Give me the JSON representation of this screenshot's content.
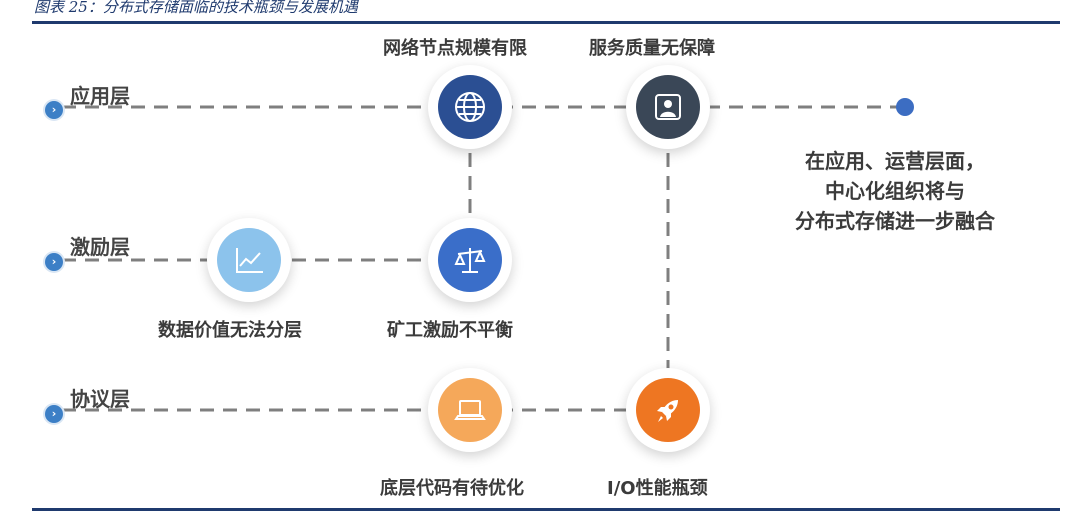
{
  "caption": "图表 25：分布式存储面临的技术瓶颈与发展机遇",
  "layers": [
    {
      "label": "应用层"
    },
    {
      "label": "激励层"
    },
    {
      "label": "协议层"
    }
  ],
  "nodes": [
    {
      "label": "网络节点规模有限",
      "icon": "globe-icon",
      "color": "#2b4f93"
    },
    {
      "label": "服务质量无保障",
      "icon": "user-icon",
      "color": "#3a4757"
    },
    {
      "label": "数据价值无法分层",
      "icon": "line-chart-icon",
      "color": "#8cc3ec"
    },
    {
      "label": "矿工激励不平衡",
      "icon": "balance-scale-icon",
      "color": "#3a6ec9"
    },
    {
      "label": "底层代码有待优化",
      "icon": "laptop-icon",
      "color": "#f5a85a"
    },
    {
      "label": "I/O性能瓶颈",
      "icon": "rocket-icon",
      "color": "#ee7622"
    }
  ],
  "conclusion": {
    "lines": [
      "在应用、运营层面，",
      "中心化组织将与",
      "分布式存储进一步融合"
    ]
  },
  "colors": {
    "rule": "#1f3a6e",
    "dashed_line": "#7f7f7f",
    "bullet": "#3c7fc6"
  }
}
